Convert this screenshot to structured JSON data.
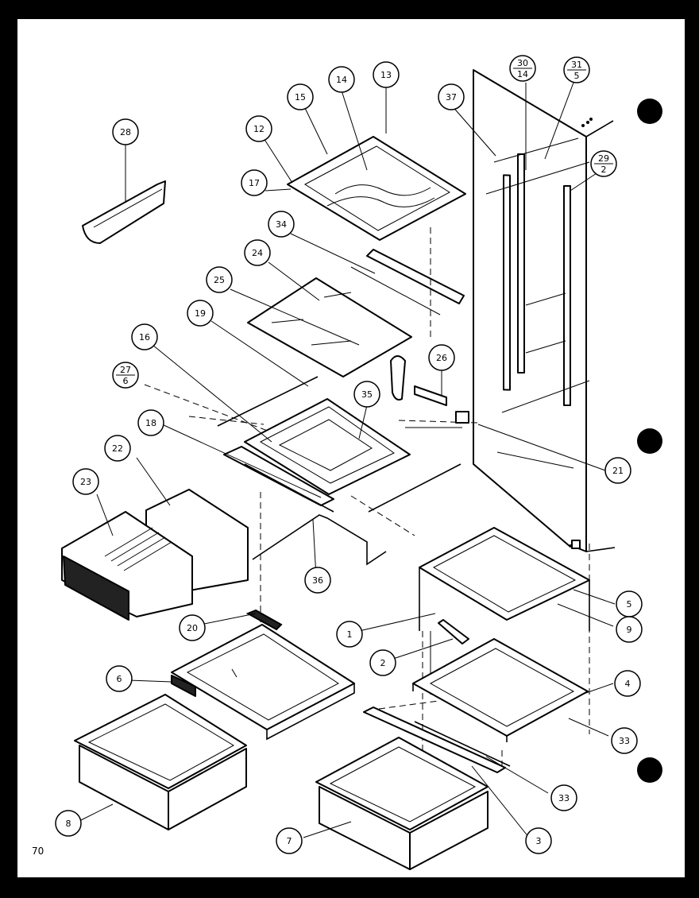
{
  "page": {
    "number": "70"
  },
  "colors": {
    "ink": "#000000",
    "paper": "#ffffff"
  },
  "callouts": [
    {
      "id": "c28",
      "label": "28"
    },
    {
      "id": "c15",
      "label": "15"
    },
    {
      "id": "c14",
      "label": "14"
    },
    {
      "id": "c13",
      "label": "13"
    },
    {
      "id": "c12",
      "label": "12"
    },
    {
      "id": "c17",
      "label": "17"
    },
    {
      "id": "c34",
      "label": "34"
    },
    {
      "id": "c24",
      "label": "24"
    },
    {
      "id": "c25",
      "label": "25"
    },
    {
      "id": "c19",
      "label": "19"
    },
    {
      "id": "c16",
      "label": "16"
    },
    {
      "id": "c27",
      "top": "27",
      "bottom": "6"
    },
    {
      "id": "c35",
      "label": "35"
    },
    {
      "id": "c18",
      "label": "18"
    },
    {
      "id": "c22",
      "label": "22"
    },
    {
      "id": "c23",
      "label": "23"
    },
    {
      "id": "c26",
      "label": "26"
    },
    {
      "id": "c21",
      "label": "21"
    },
    {
      "id": "c37",
      "label": "37"
    },
    {
      "id": "c30",
      "top": "30",
      "bottom": "14"
    },
    {
      "id": "c31",
      "top": "31",
      "bottom": "5"
    },
    {
      "id": "c29",
      "top": "29",
      "bottom": "2"
    },
    {
      "id": "c36",
      "label": "36"
    },
    {
      "id": "c20",
      "label": "20"
    },
    {
      "id": "c5",
      "label": "5"
    },
    {
      "id": "c9",
      "label": "9"
    },
    {
      "id": "c1",
      "label": "1"
    },
    {
      "id": "c2",
      "label": "2"
    },
    {
      "id": "c4",
      "label": "4"
    },
    {
      "id": "c33a",
      "label": "33"
    },
    {
      "id": "c33b",
      "label": "33"
    },
    {
      "id": "c6",
      "label": "6"
    },
    {
      "id": "c8",
      "label": "8"
    },
    {
      "id": "c7",
      "label": "7"
    },
    {
      "id": "c3",
      "label": "3"
    }
  ]
}
